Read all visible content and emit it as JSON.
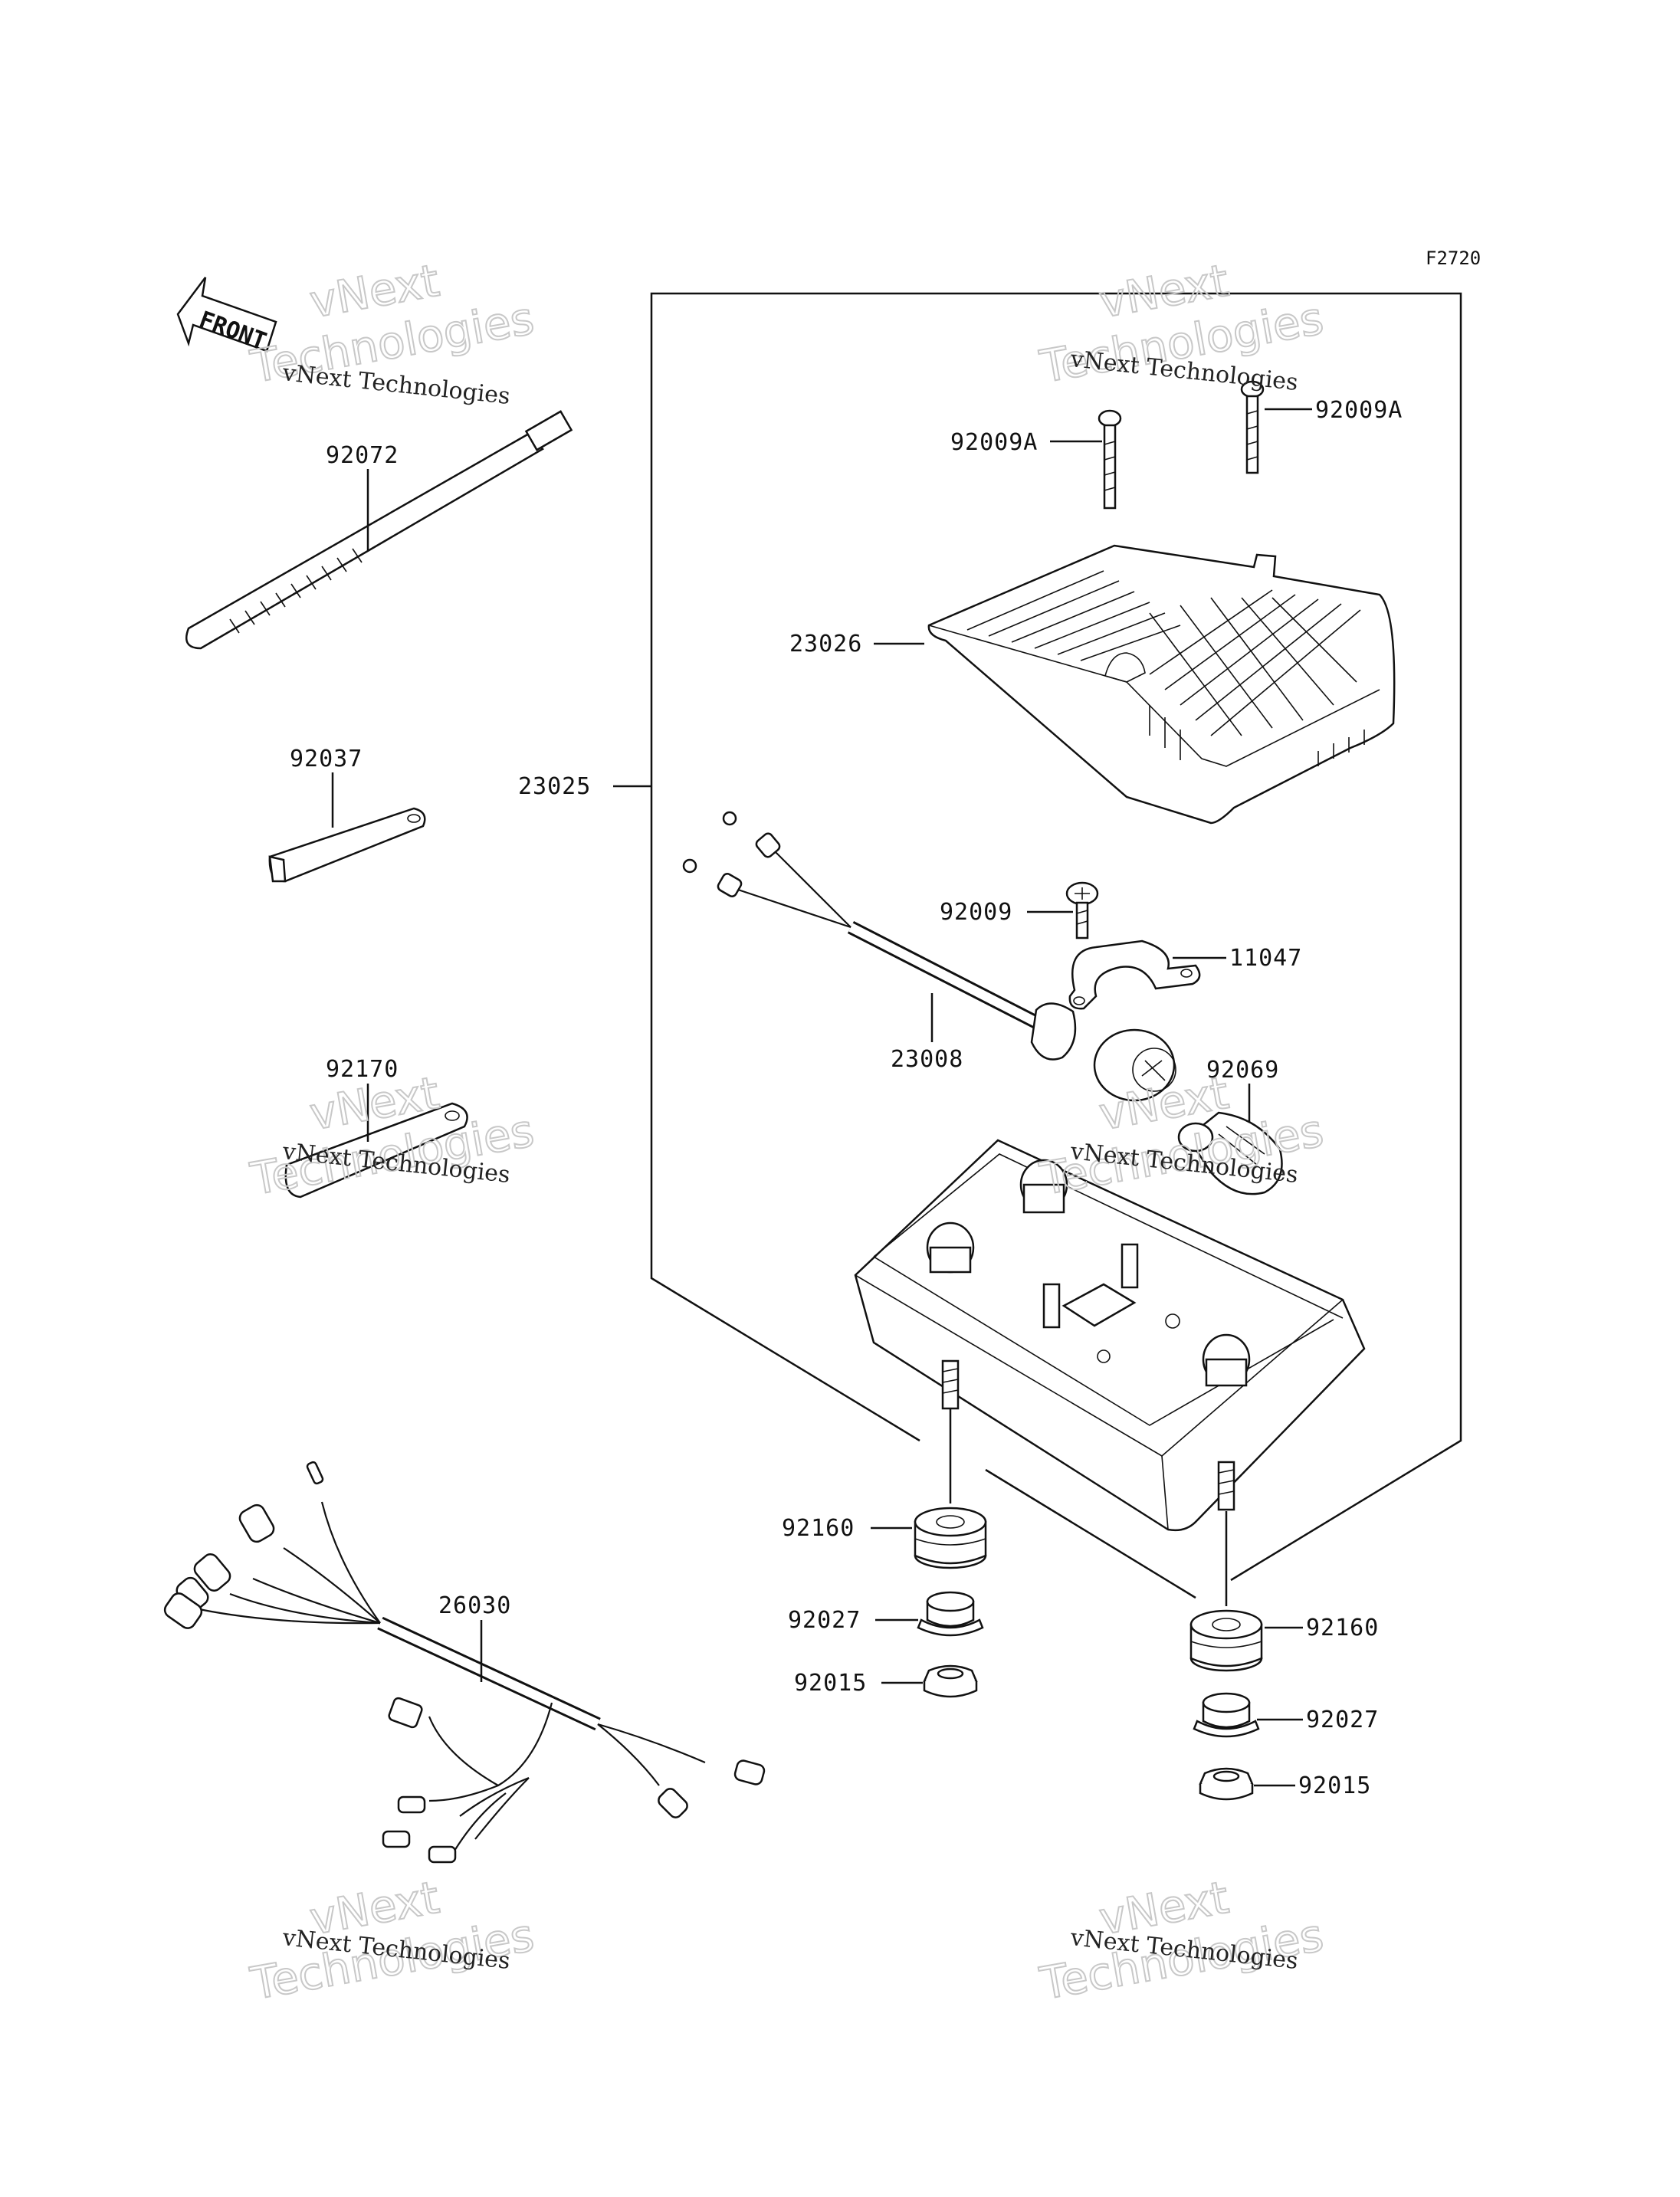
{
  "figure_code": "F2720",
  "front_label": "FRONT",
  "watermark": {
    "line1": "vNext Technologies",
    "line2": "vNext",
    "line3": "Technologies"
  },
  "callouts": {
    "cable_tie": "92072",
    "bracket_plate": "92037",
    "bracket_plate_2": "92170",
    "wire_harness": "26030",
    "tail_lamp_assembly": "23025",
    "lens": "23026",
    "screw_a_left": "92009A",
    "screw_a_right": "92009A",
    "socket_cord": "23008",
    "screw": "92009",
    "clamp": "11047",
    "bulb": "92069",
    "grommet_left": "92160",
    "collar_left": "92027",
    "nut_left": "92015",
    "grommet_right": "92160",
    "collar_right": "92027",
    "nut_right": "92015"
  }
}
